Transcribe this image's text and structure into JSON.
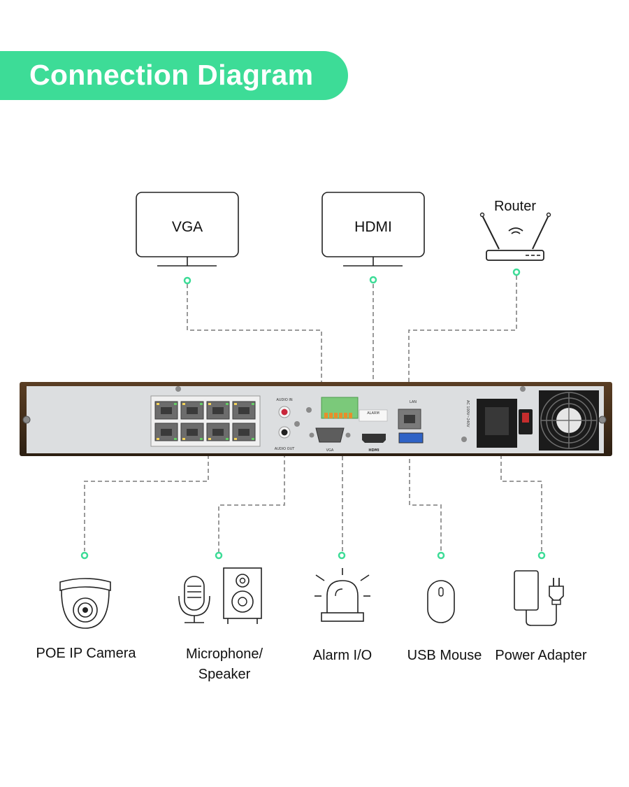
{
  "title": "Connection Diagram",
  "accent_color": "#3ddc97",
  "line_color": "#9a9a9a",
  "top_devices": {
    "vga": {
      "label": "VGA",
      "icon": "monitor-icon"
    },
    "hdmi": {
      "label": "HDMI",
      "icon": "monitor-icon"
    },
    "router": {
      "label": "Router",
      "icon": "router-icon"
    }
  },
  "nvr_ports": {
    "audio_in": "AUDIO IN",
    "audio_out": "AUDIO OUT",
    "alarm": "ALARM",
    "vga": "VGA",
    "hdmi": "HDMI",
    "lan": "LAN",
    "power_rating": "AC 100V~240V"
  },
  "bottom_devices": [
    {
      "label": "POE IP Camera",
      "icon": "dome-camera-icon"
    },
    {
      "label_line1": "Microphone/",
      "label_line2": "Speaker",
      "icon": "microphone-speaker-icon"
    },
    {
      "label": "Alarm I/O",
      "icon": "alarm-light-icon"
    },
    {
      "label": "USB Mouse",
      "icon": "mouse-icon"
    },
    {
      "label": "Power Adapter",
      "icon": "power-adapter-icon"
    }
  ]
}
